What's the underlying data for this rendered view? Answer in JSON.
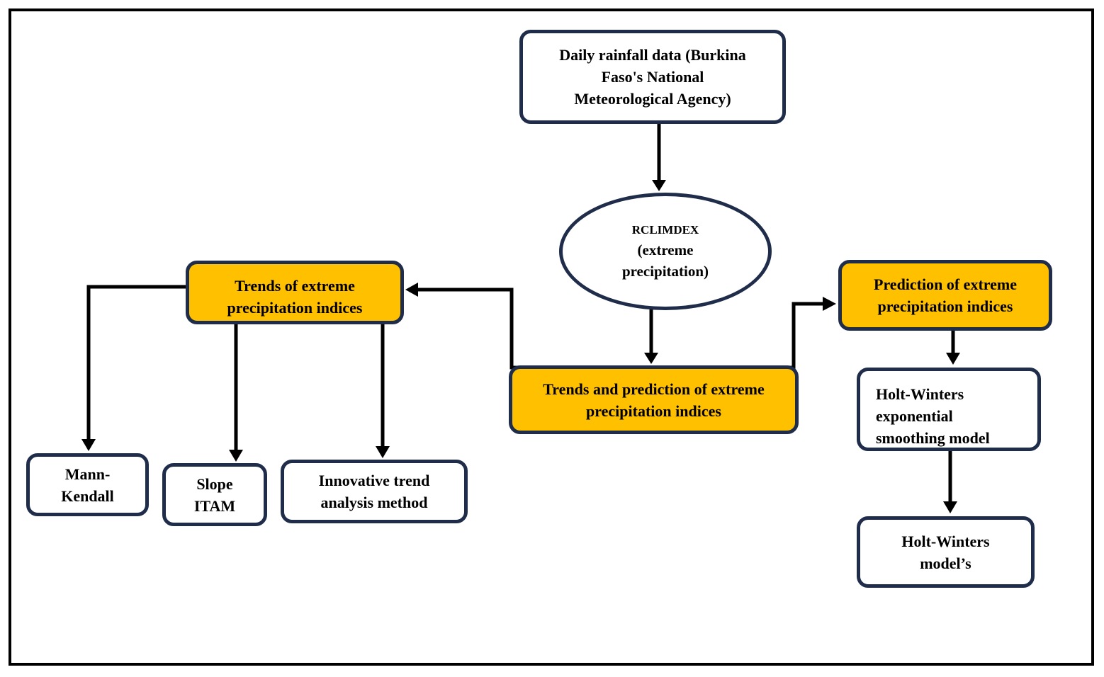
{
  "colors": {
    "accent": "#ffc000",
    "border": "#1f2d4a",
    "line": "#000000"
  },
  "nodes": {
    "data_source": "Daily rainfall data (Burkina\nFaso's National\nMeteorological Agency)",
    "rclimdex_title": "RCLIMDEX",
    "rclimdex_subtitle": "(extreme\nprecipitation)",
    "trends_and_prediction": "Trends and prediction of extreme\nprecipitation indices",
    "trends": "Trends of extreme\nprecipitation indices",
    "prediction": "Prediction of extreme\nprecipitation indices",
    "mann_kendall": "Mann-\nKendall",
    "slope_itam": "Slope\nITAM",
    "innovative_trend": "Innovative trend\nanalysis method",
    "holt_winters_smoothing": "Holt-Winters\nexponential\nsmoothing model",
    "holt_winters_model": "Holt-Winters\nmodel’s"
  }
}
